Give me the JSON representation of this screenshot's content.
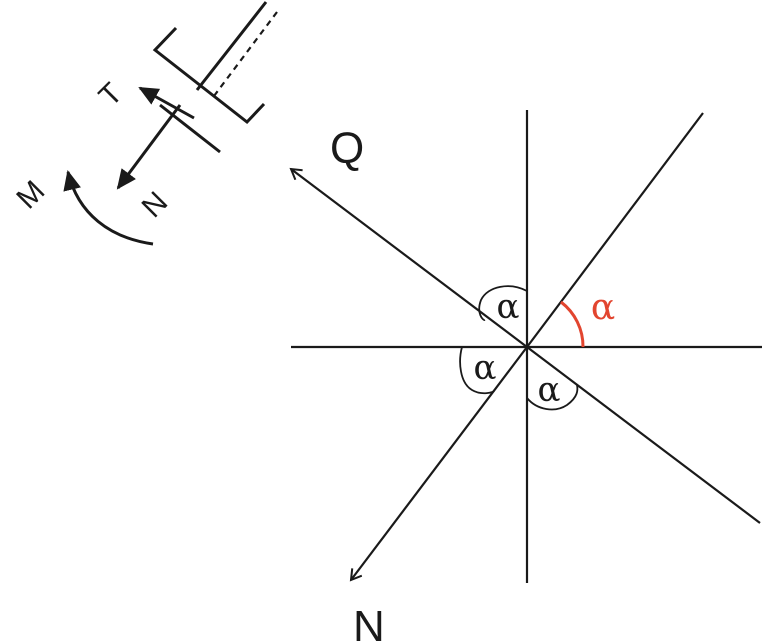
{
  "colors": {
    "line": "#1a1a1a",
    "accent": "#e2452f",
    "background": "#ffffff"
  },
  "beam_labels": {
    "tangential": "T",
    "normal": "N",
    "moment": "M"
  },
  "axis_labels": {
    "q": "Q",
    "n": "N"
  },
  "angle_symbol": "α",
  "highlighted_angle_symbol": "α"
}
